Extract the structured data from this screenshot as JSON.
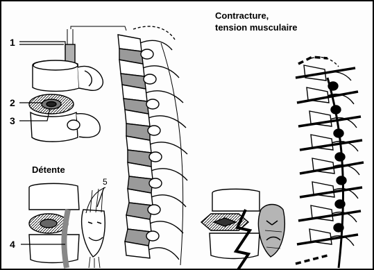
{
  "labels": {
    "one": "1",
    "two": "2",
    "three": "3",
    "four": "4",
    "five": "5"
  },
  "titles": {
    "contracture_line1": "Contracture,",
    "contracture_line2": "tension musculaire",
    "detente": "Détente"
  },
  "colors": {
    "ink": "#000000",
    "disc_grey": "#9a9a9a",
    "dark_grey": "#5a5a5a",
    "paper": "#fdfdfd"
  }
}
